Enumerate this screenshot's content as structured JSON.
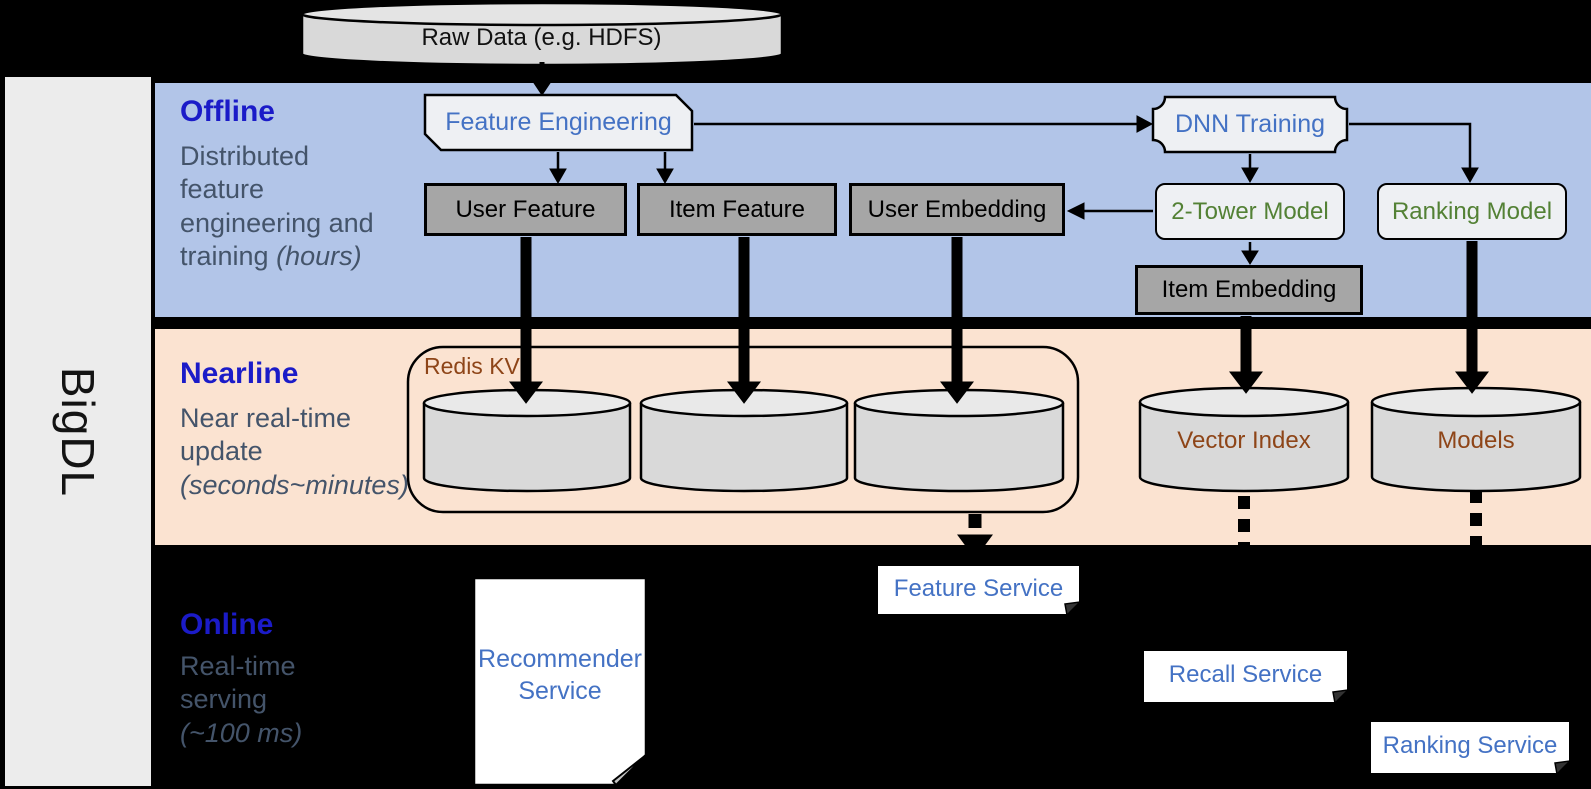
{
  "brand": {
    "label": "BigDL"
  },
  "datasource": {
    "label": "Raw Data (e.g. HDFS)"
  },
  "sections": {
    "offline": {
      "title": "Offline",
      "desc": "Distributed feature engineering and training",
      "desc_note": "(hours)",
      "nodes": {
        "feature_engineering": "Feature Engineering",
        "dnn_training": "DNN Training",
        "user_feature": "User Feature",
        "item_feature": "Item Feature",
        "user_embedding": "User Embedding",
        "two_tower_model": "2-Tower Model",
        "ranking_model": "Ranking Model",
        "item_embedding": "Item Embedding"
      }
    },
    "nearline": {
      "title": "Nearline",
      "desc": "Near real-time update",
      "desc_note": "(seconds~minutes)",
      "nodes": {
        "redis_kv": "Redis KV",
        "vector_index": "Vector Index",
        "models": "Models"
      }
    },
    "online": {
      "title": "Online",
      "desc": "Real-time serving",
      "desc_note": "(~100 ms)",
      "nodes": {
        "recommender_service": "Recommender Service",
        "feature_service": "Feature Service",
        "recall_service": "Recall Service",
        "ranking_service": "Ranking Service"
      }
    }
  },
  "colors": {
    "offline_band": "#b2c5e8",
    "nearline_band": "#fbe3d1",
    "online_band": "#000000",
    "section_title": "#1b1bc8",
    "section_desc": "#44546a",
    "node_blue_text": "#4472c4",
    "node_green_text": "#538135",
    "store_brown_text": "#8e4518",
    "gray_node_fill": "#a6a6a6",
    "light_node_fill": "#eef0f3",
    "cylinder_fill": "#d9d9d9"
  }
}
